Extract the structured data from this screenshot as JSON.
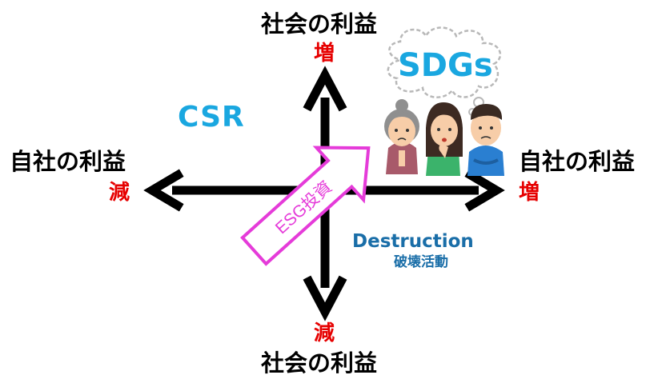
{
  "top": {
    "label": "社会の利益",
    "direction": "増"
  },
  "bottom": {
    "label": "社会の利益",
    "direction": "減"
  },
  "left": {
    "label": "自社の利益",
    "direction": "減"
  },
  "right": {
    "label": "自社の利益",
    "direction": "増"
  },
  "quadrants": {
    "top_left": "CSR",
    "bottom_right": {
      "title": "Destruction",
      "subtitle": "破壊活動"
    }
  },
  "esg_arrow_label": "ESG投資",
  "sdgs_bubble": "SDGs",
  "colors": {
    "axis": "#000000",
    "direction": "#e60000",
    "csr": "#1aa7e0",
    "destruction": "#1a6ea8",
    "esg": "#e53bd9",
    "sdgs": "#1aa7e0"
  }
}
